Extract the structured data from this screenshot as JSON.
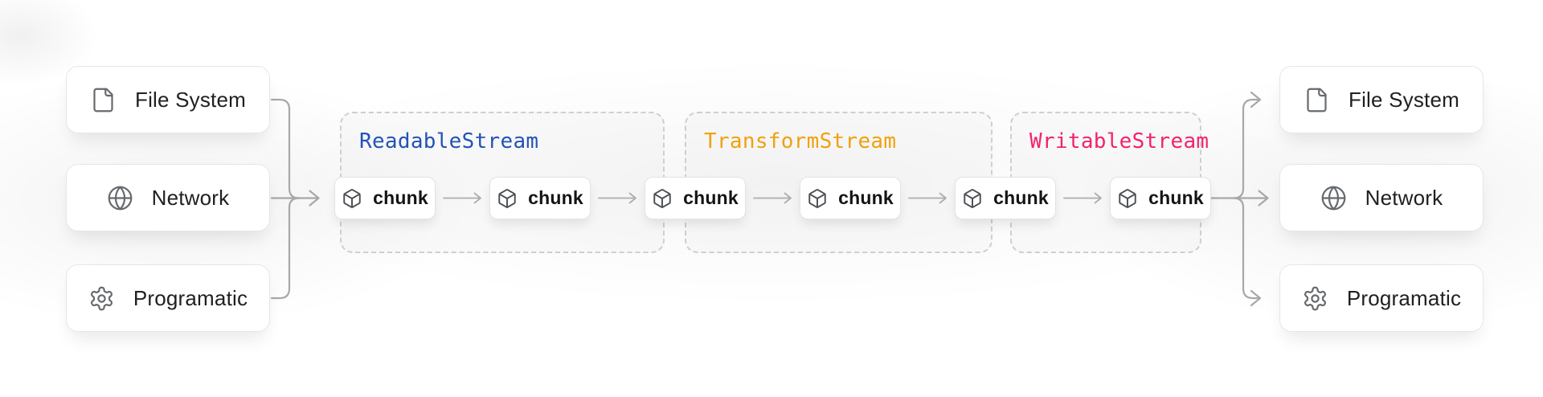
{
  "diagram": {
    "name": "web-streams-pipeline",
    "chunk_count": 6
  },
  "sources": {
    "items": [
      {
        "label": "File System",
        "icon": "file-icon"
      },
      {
        "label": "Network",
        "icon": "globe-icon"
      },
      {
        "label": "Programatic",
        "icon": "gear-icon"
      }
    ]
  },
  "destinations": {
    "items": [
      {
        "label": "File System",
        "icon": "file-icon"
      },
      {
        "label": "Network",
        "icon": "globe-icon"
      },
      {
        "label": "Programatic",
        "icon": "gear-icon"
      }
    ]
  },
  "streams": {
    "readable": {
      "label": "ReadableStream",
      "color": "#2353b5"
    },
    "transform": {
      "label": "TransformStream",
      "color": "#f0a10c"
    },
    "writable": {
      "label": "WritableStream",
      "color": "#f2236e"
    }
  },
  "chunk": {
    "label": "chunk",
    "icon": "cube-icon"
  },
  "colors": {
    "connector": "#a8a8a8",
    "chunk_arrow": "#b0b0b0",
    "node_border": "#e6e6e6",
    "dashed_border": "#cfcfcf",
    "text": "#202022"
  }
}
